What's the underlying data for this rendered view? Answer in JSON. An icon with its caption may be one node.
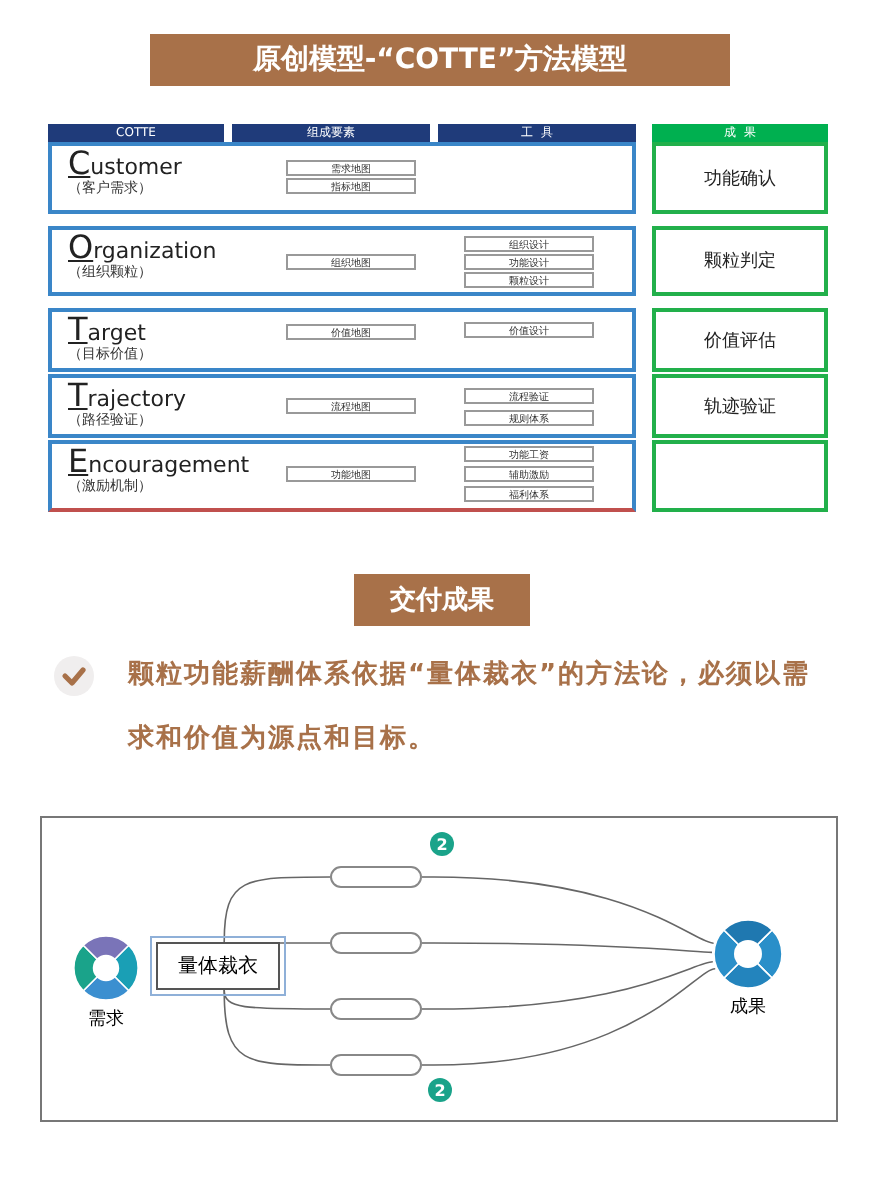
{
  "diagram": {
    "title": "原创模型-“COTTE”方法模型",
    "nodes": [
      {
        "text": [
          "COTTE"
        ]
      },
      {
        "text": [
          "组成要素"
        ]
      },
      {
        "text": [
          "工  具"
        ]
      },
      {
        "text": [
          "成  果"
        ]
      },
      {
        "text": [
          "Customer",
          "（客户需求）"
        ]
      },
      {
        "text": [
          "需求地图"
        ],
        "in": 4
      },
      {
        "text": [
          "指标地图"
        ],
        "in": 4
      },
      {
        "text": [
          "功能确认"
        ]
      },
      {
        "text": [
          "Organization",
          "（组织颗粒）"
        ]
      },
      {
        "text": [
          "组织地图"
        ],
        "in": 8
      },
      {
        "text": [
          "组织设计"
        ],
        "in": 8
      },
      {
        "text": [
          "功能设计"
        ],
        "in": 8
      },
      {
        "text": [
          "颗粒设计"
        ],
        "in": 8
      },
      {
        "text": [
          "颗粒判定"
        ]
      },
      {
        "text": [
          "Target",
          "（目标价值）"
        ]
      },
      {
        "text": [
          "价值地图"
        ],
        "in": 14
      },
      {
        "text": [
          "价值设计"
        ],
        "in": 14
      },
      {
        "text": [
          "价值评估"
        ]
      },
      {
        "text": [
          "Trajectory",
          "（路径验证）"
        ]
      },
      {
        "text": [
          "流程地图"
        ],
        "in": 18
      },
      {
        "text": [
          "流程验证"
        ],
        "in": 18
      },
      {
        "text": [
          "规则体系"
        ],
        "in": 18
      },
      {
        "text": [
          "轨迹验证"
        ]
      },
      {
        "text": [
          "Encouragement",
          "（激励机制）"
        ]
      },
      {
        "text": [
          "功能地图"
        ],
        "in": 23
      },
      {
        "text": [
          "功能工资"
        ],
        "in": 23
      },
      {
        "text": [
          "辅助激励"
        ],
        "in": 23
      },
      {
        "text": [
          "福利体系"
        ],
        "in": 23
      },
      {
        "text": [],
        "shape": "box"
      },
      {
        "text": [
          "交付成果"
        ]
      },
      {
        "text": [],
        "shape": "circle",
        "beside": [
          "需求"
        ]
      },
      {
        "text": [
          "量体裁衣"
        ]
      },
      {
        "text": [],
        "shape": "box"
      },
      {
        "text": [],
        "shape": "box"
      },
      {
        "text": [],
        "shape": "box"
      },
      {
        "text": [],
        "shape": "box"
      },
      {
        "text": [],
        "shape": "circle",
        "beside": [
          "成果"
        ]
      }
    ],
    "edges": [
      {
        "from": 31,
        "to": 32,
        "arrow": "none"
      },
      {
        "from": 31,
        "to": 33,
        "arrow": "none"
      },
      {
        "from": 31,
        "to": 34,
        "arrow": "none"
      },
      {
        "from": 31,
        "to": 35,
        "arrow": "none"
      },
      {
        "from": 32,
        "to": 36,
        "arrow": "none"
      },
      {
        "from": 33,
        "to": 36,
        "arrow": "none"
      },
      {
        "from": 34,
        "to": 36,
        "arrow": "none"
      },
      {
        "from": 35,
        "to": 36,
        "arrow": "none"
      }
    ],
    "labels": [
      "颗粒功能薪酬体系依据“量体裁衣”的方法论，必须以需求和价值为源点和目标。",
      "2",
      "2"
    ]
  }
}
